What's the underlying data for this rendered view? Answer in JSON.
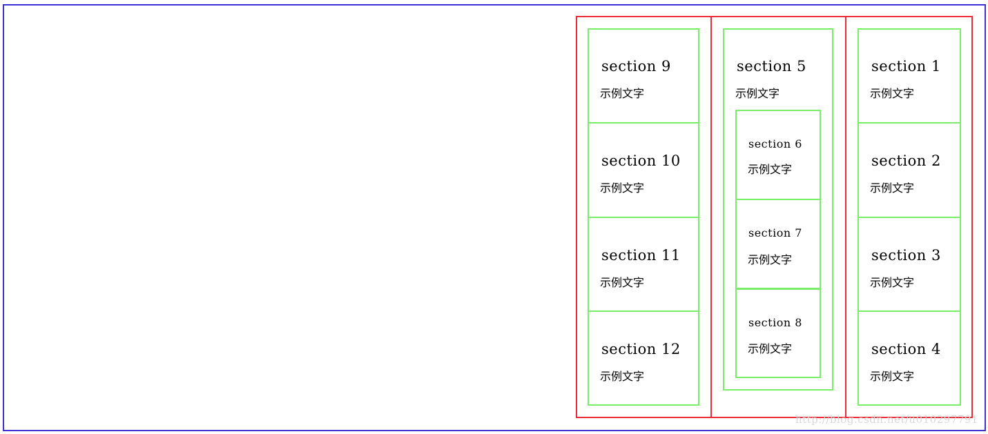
{
  "sections": {
    "s1": {
      "title": "section 1",
      "text": "示例文字"
    },
    "s2": {
      "title": "section 2",
      "text": "示例文字"
    },
    "s3": {
      "title": "section 3",
      "text": "示例文字"
    },
    "s4": {
      "title": "section 4",
      "text": "示例文字"
    },
    "s5": {
      "title": "section 5",
      "text": "示例文字"
    },
    "s6": {
      "title": "section 6",
      "text": "示例文字"
    },
    "s7": {
      "title": "section 7",
      "text": "示例文字"
    },
    "s8": {
      "title": "section 8",
      "text": "示例文字"
    },
    "s9": {
      "title": "section 9",
      "text": "示例文字"
    },
    "s10": {
      "title": "section 10",
      "text": "示例文字"
    },
    "s11": {
      "title": "section 11",
      "text": "示例文字"
    },
    "s12": {
      "title": "section 12",
      "text": "示例文字"
    }
  },
  "watermark": "http://blog.csdn.net/u010297791",
  "colors": {
    "outer_border": "#3b2fd6",
    "column_border": "#ee2a36",
    "section_border": "#77ee66"
  }
}
